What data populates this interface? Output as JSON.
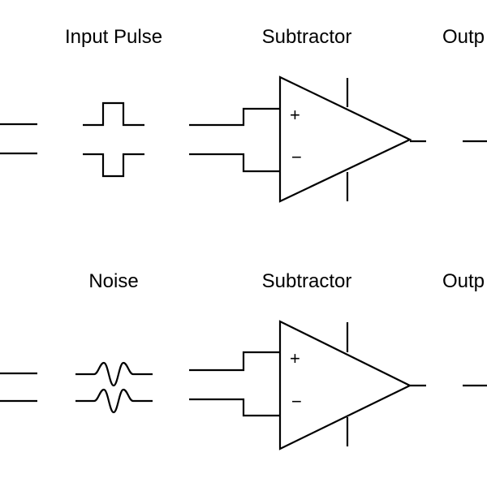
{
  "rows": [
    {
      "signal_label": "Input Pulse",
      "block_label": "Subtractor",
      "output_label": "Outp",
      "plus_sign": "+",
      "minus_sign": "−"
    },
    {
      "signal_label": "Noise",
      "block_label": "Subtractor",
      "output_label": "Outp",
      "plus_sign": "+",
      "minus_sign": "−"
    }
  ],
  "colors": {
    "stroke": "#000000",
    "background": "#ffffff"
  }
}
